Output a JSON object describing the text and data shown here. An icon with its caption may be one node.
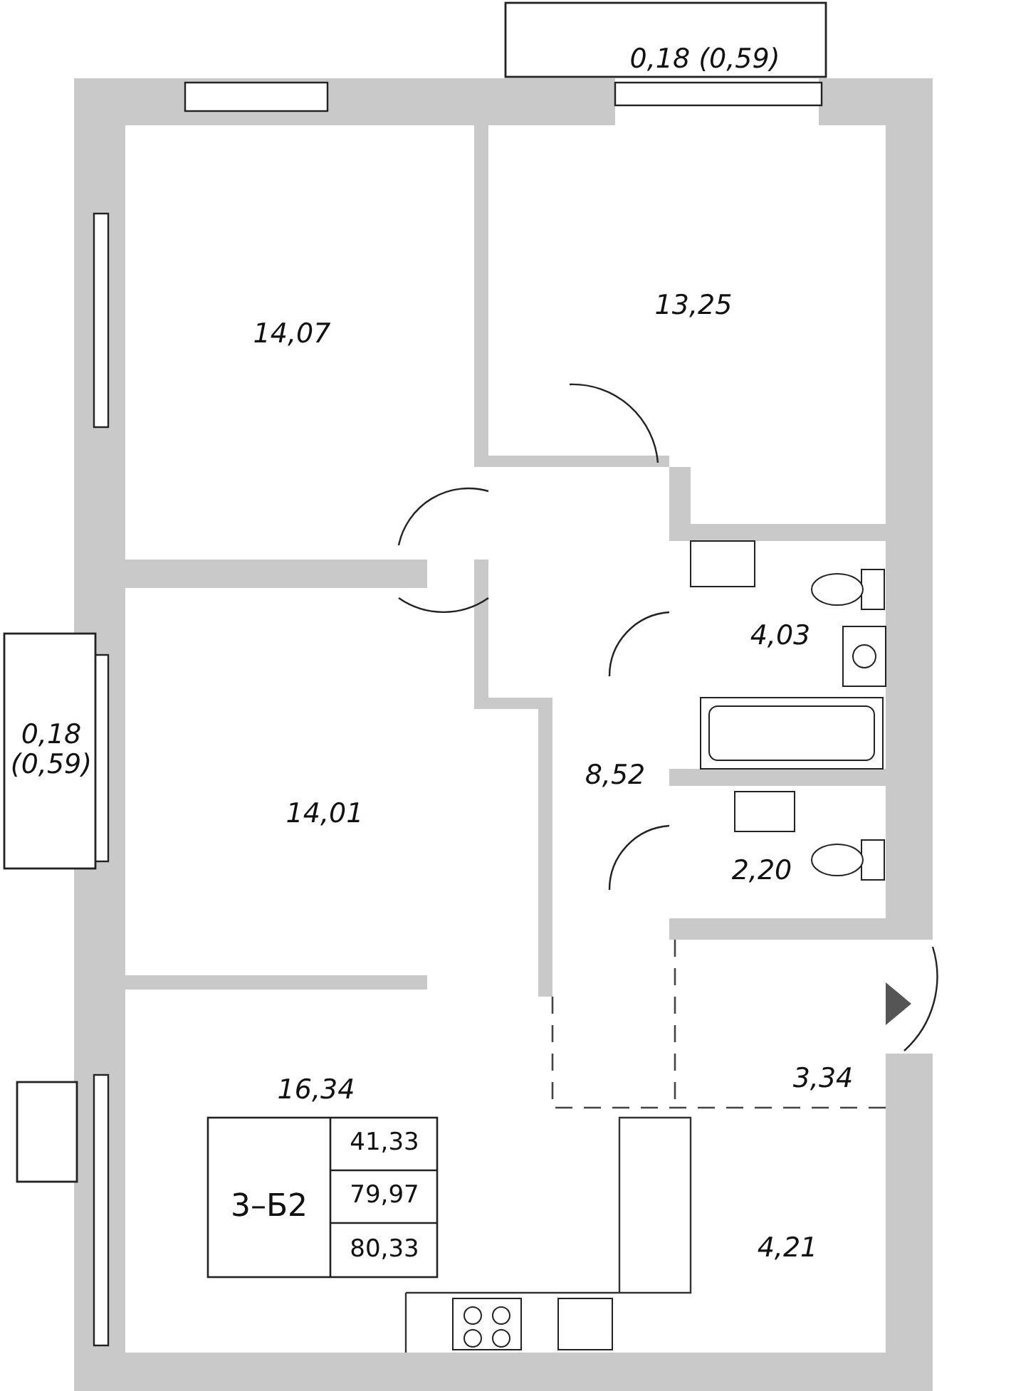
{
  "diagram": {
    "labels": [
      "0,18 (0,59)",
      "14,07",
      "13,25",
      "4,03",
      "0,18 (0,59)",
      "8,52",
      "14,01",
      "2,20",
      "16,34",
      "3,34",
      "3–Б2",
      "41,33",
      "79,97",
      "80,33",
      "4,21"
    ]
  }
}
